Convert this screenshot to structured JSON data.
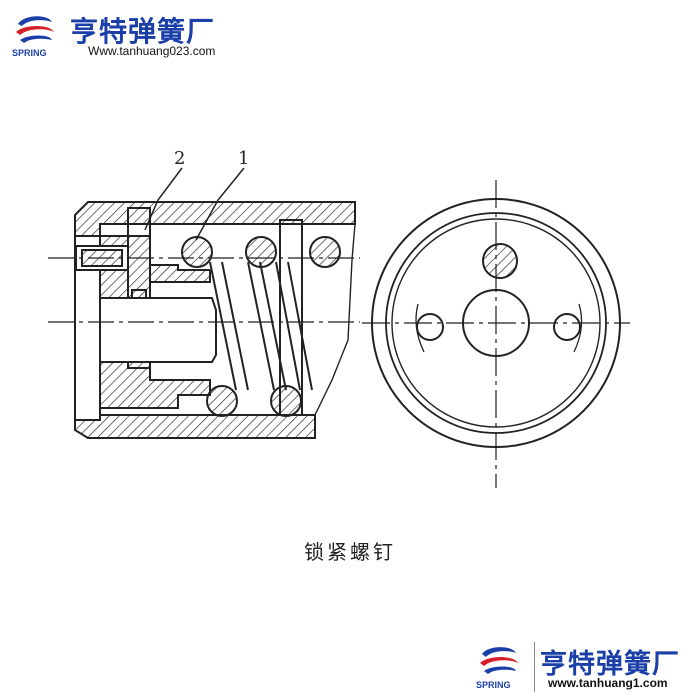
{
  "header_brand": {
    "logo_text": "SPRING",
    "company_name": "亨特弹簧厂",
    "url": "Www.tanhuang023.com"
  },
  "footer_brand": {
    "logo_text": "SPRING",
    "company_name": "亨特弹簧厂",
    "url": "www.tanhuang1.com"
  },
  "diagram": {
    "callouts": [
      {
        "number": "2"
      },
      {
        "number": "1"
      }
    ],
    "caption": "锁紧螺钉"
  },
  "colors": {
    "brand_blue": "#1b3fa8",
    "brand_red": "#d8202a",
    "ink": "#222222"
  }
}
